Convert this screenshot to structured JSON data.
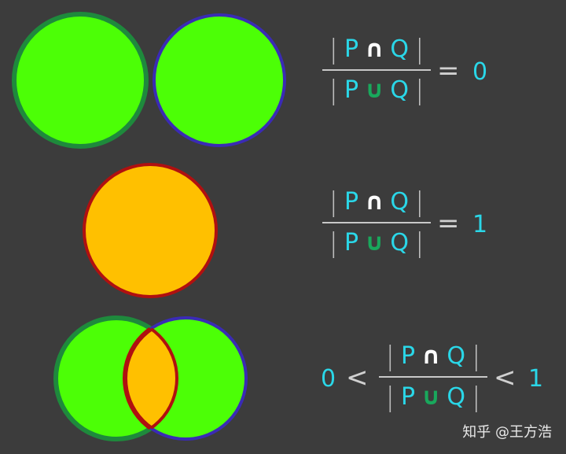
{
  "rows": [
    {
      "numerator": {
        "left": "P",
        "op": "∩",
        "right": "Q"
      },
      "denominator": {
        "left": "P",
        "op": "∪",
        "right": "Q"
      },
      "relation": "=",
      "value": "0"
    },
    {
      "numerator": {
        "left": "P",
        "op": "∩",
        "right": "Q"
      },
      "denominator": {
        "left": "P",
        "op": "∪",
        "right": "Q"
      },
      "relation": "=",
      "value": "1"
    },
    {
      "prefix_value": "0",
      "prefix_relation": "<",
      "numerator": {
        "left": "P",
        "op": "∩",
        "right": "Q"
      },
      "denominator": {
        "left": "P",
        "op": "∪",
        "right": "Q"
      },
      "relation": "<",
      "value": "1"
    }
  ],
  "bar_symbol": "|",
  "watermark": "知乎 @王方浩",
  "colors": {
    "background": "#3c3c3c",
    "set_fill": "#4cff06",
    "intersection_fill": "#ffc000",
    "p_outline": "#1e8a3c",
    "q_outline": "#3a2bb5",
    "intersection_outline": "#b01010",
    "text": "#2ad7e8"
  }
}
